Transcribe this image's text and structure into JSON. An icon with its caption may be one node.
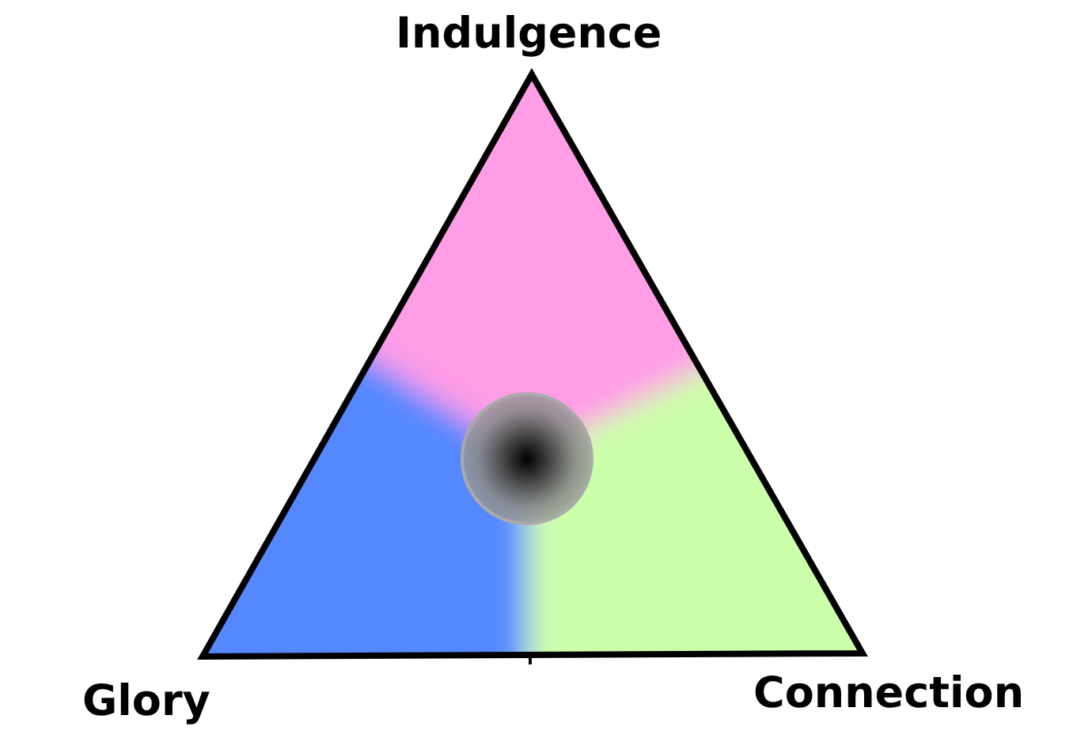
{
  "diagram": {
    "labels": [
      "Indulgence",
      "Glory",
      "Connection"
    ]
  }
}
